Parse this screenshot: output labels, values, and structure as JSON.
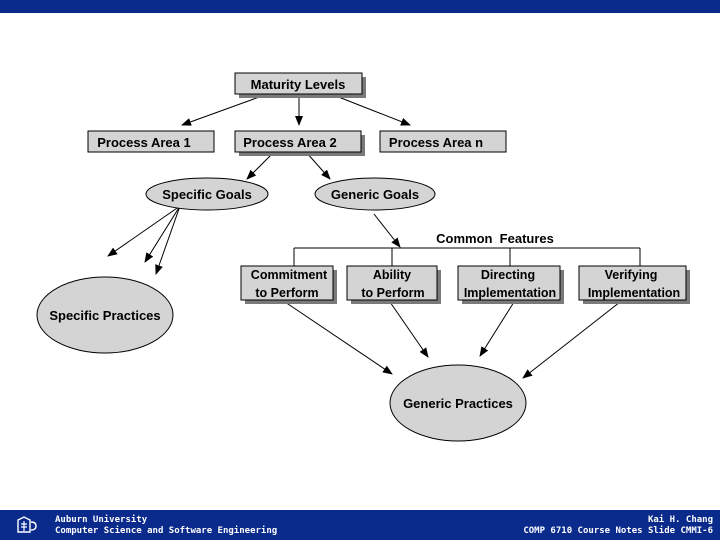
{
  "diagram": {
    "maturity_levels": "Maturity Levels",
    "process_area_1": "Process Area 1",
    "process_area_2": "Process Area 2",
    "process_area_n": "Process Area n",
    "specific_goals": "Specific Goals",
    "generic_goals": "Generic Goals",
    "common_features": "Common  Features",
    "commitment": [
      "Commitment",
      "to Perform"
    ],
    "ability": [
      "Ability",
      "to Perform"
    ],
    "directing": [
      "Directing",
      "Implementation"
    ],
    "verifying": [
      "Verifying",
      "Implementation"
    ],
    "specific_practices": "Specific Practices",
    "generic_practices": "Generic Practices"
  },
  "footer": {
    "left_line1": "Auburn University",
    "left_line2": "Computer Science and Software Engineering",
    "right_line1": "Kai H. Chang",
    "right_line2": "COMP 6710 Course Notes Slide CMMI-6"
  },
  "colors": {
    "bar": "#0a2a8c",
    "node_fill": "#d4d4d4",
    "shadow": "#7a7a7a"
  }
}
